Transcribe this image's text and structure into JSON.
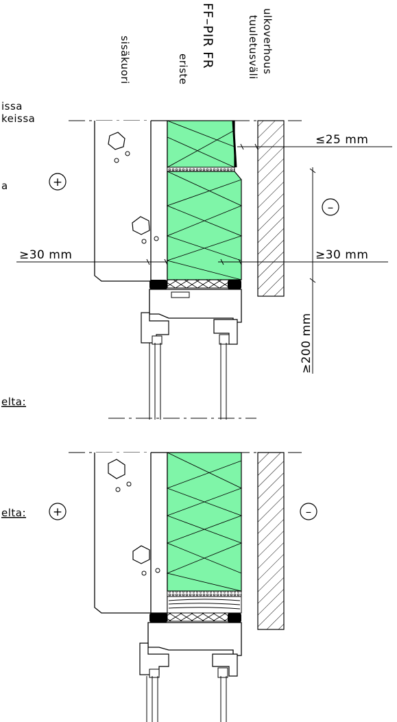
{
  "colors": {
    "insulation": "#7ff5a8",
    "line": "#000000",
    "background": "#ffffff"
  },
  "labels": {
    "ulkoverhous": "ulkoverhous",
    "tuuletusvali": "tuuletusväli",
    "ff_pir_fr": "FF–PIR FR",
    "eriste": "eriste",
    "sisakuori": "sisäkuori",
    "left_text_1": "issa",
    "left_text_2": "keissa",
    "left_text_3": "a",
    "left_text_4": "elta:",
    "left_text_5": "elta:"
  },
  "dimensions": {
    "max_cavity": "≤25 mm",
    "min_left_30": "≥30 mm",
    "min_right_30": "≥30 mm",
    "min_200": "≥200 mm"
  },
  "symbols": {
    "plus": "+",
    "minus": "–"
  }
}
